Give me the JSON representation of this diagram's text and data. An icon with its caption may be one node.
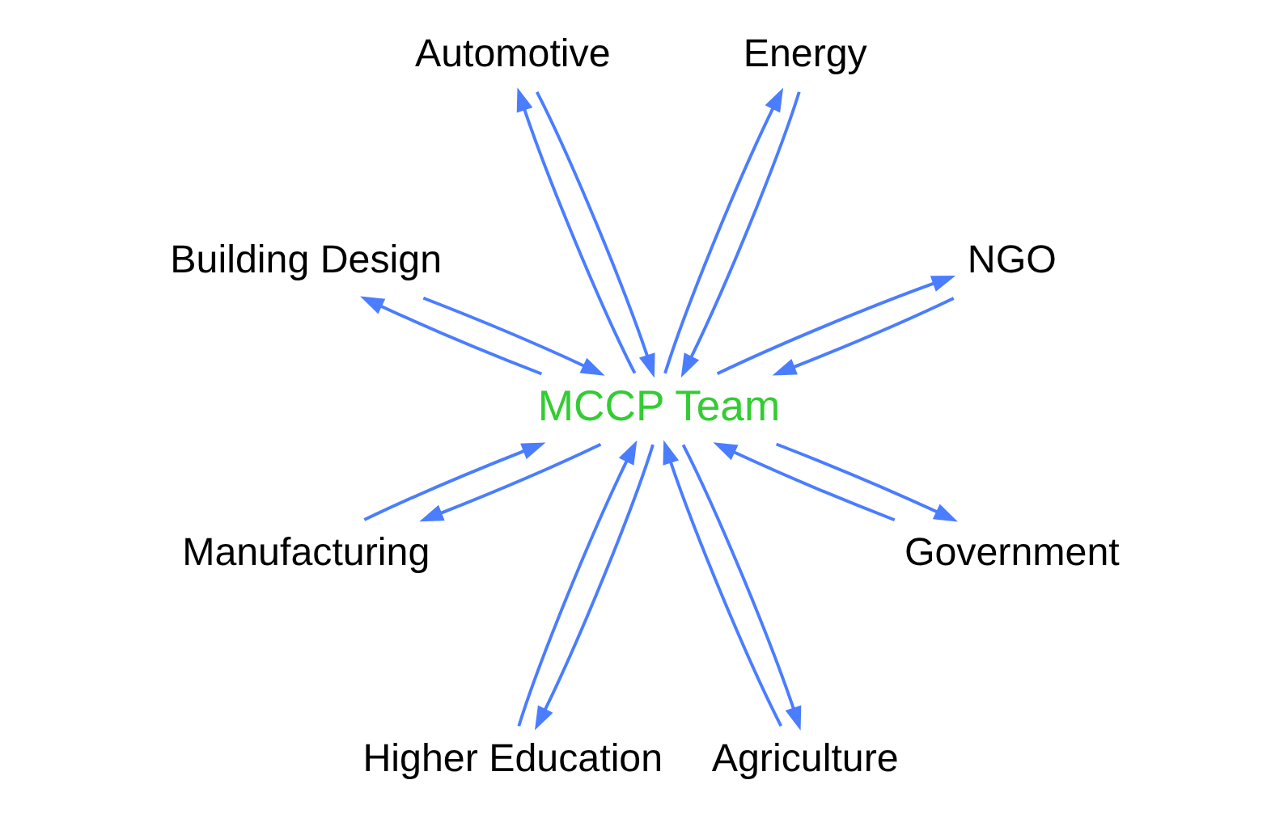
{
  "diagram": {
    "nodes": [
      {
        "text": [
          "NGO"
        ]
      },
      {
        "text": [
          "Energy"
        ]
      },
      {
        "text": [
          "Automotive"
        ]
      },
      {
        "text": [
          "Building Design"
        ]
      },
      {
        "text": [
          "MCCP Team"
        ]
      },
      {
        "text": [
          "Manufacturing"
        ]
      },
      {
        "text": [
          "Higher Education"
        ]
      },
      {
        "text": [
          "Agriculture"
        ]
      },
      {
        "text": [
          "Government"
        ]
      }
    ],
    "edges": [
      {
        "from": 4,
        "to": 0,
        "arrow": "to"
      },
      {
        "from": 0,
        "to": 4,
        "arrow": "to"
      },
      {
        "from": 4,
        "to": 1,
        "arrow": "to"
      },
      {
        "from": 1,
        "to": 4,
        "arrow": "to"
      },
      {
        "from": 4,
        "to": 2,
        "arrow": "to"
      },
      {
        "from": 2,
        "to": 4,
        "arrow": "to"
      },
      {
        "from": 4,
        "to": 3,
        "arrow": "to"
      },
      {
        "from": 3,
        "to": 4,
        "arrow": "to"
      },
      {
        "from": 4,
        "to": 5,
        "arrow": "to"
      },
      {
        "from": 5,
        "to": 4,
        "arrow": "to"
      },
      {
        "from": 4,
        "to": 6,
        "arrow": "to"
      },
      {
        "from": 6,
        "to": 4,
        "arrow": "to"
      },
      {
        "from": 4,
        "to": 7,
        "arrow": "to"
      },
      {
        "from": 7,
        "to": 4,
        "arrow": "to"
      },
      {
        "from": 4,
        "to": 8,
        "arrow": "to"
      },
      {
        "from": 8,
        "to": 4,
        "arrow": "to"
      }
    ]
  }
}
